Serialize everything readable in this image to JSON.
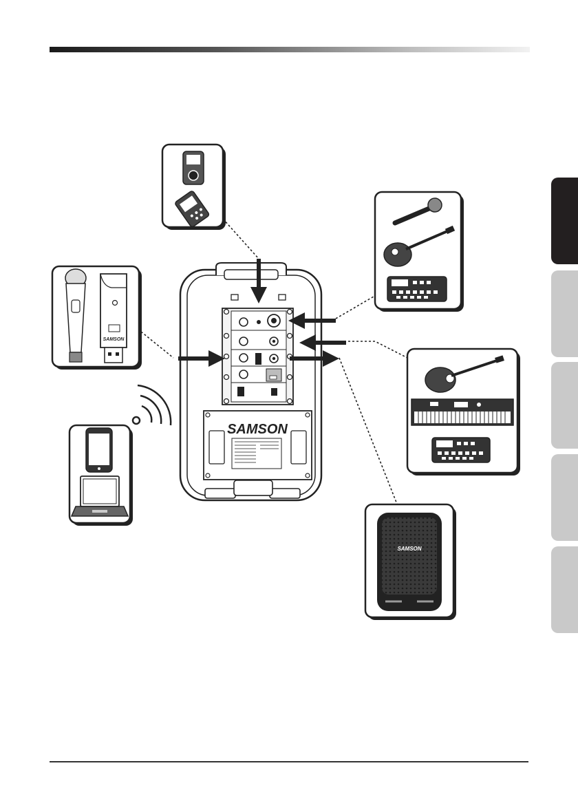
{
  "brand": {
    "rear_logo": "SAMSON",
    "front_logo": "SAMSON",
    "transmitter_logo": "SAMSON"
  },
  "colors": {
    "ink": "#222222",
    "tab_active": "#231f20",
    "tab_inactive": "#c9c9c9",
    "panel_fill": "#f4f4f4"
  },
  "side_tabs": [
    {
      "state": "active"
    },
    {
      "state": "inactive"
    },
    {
      "state": "inactive"
    },
    {
      "state": "inactive"
    },
    {
      "state": "inactive"
    }
  ]
}
